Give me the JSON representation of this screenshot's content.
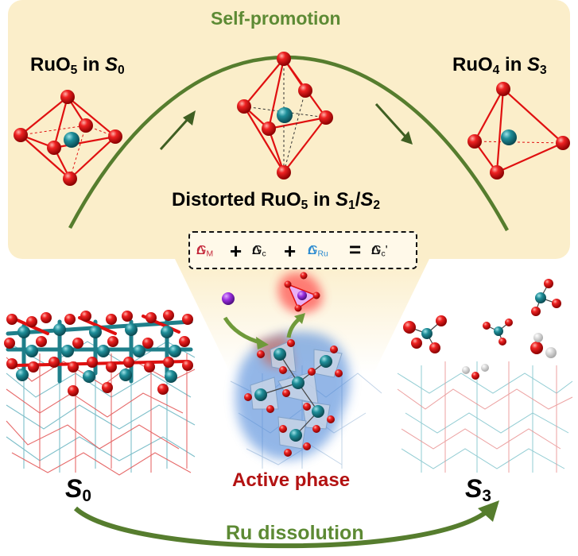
{
  "labels": {
    "self_promotion": "Self-promotion",
    "ruo5_s0_prefix": "RuO",
    "ruo5_s0_sub": "5",
    "ruo5_s0_mid": " in ",
    "ruo5_s0_state": "S",
    "ruo5_s0_state_sub": "0",
    "ruo4_s3_prefix": "RuO",
    "ruo4_s3_sub": "4",
    "ruo4_s3_mid": " in ",
    "ruo4_s3_state": "S",
    "ruo4_s3_state_sub": "3",
    "distorted_prefix": "Distorted RuO",
    "distorted_sub": "5",
    "distorted_mid": " in ",
    "distorted_s1": "S",
    "distorted_s1_sub": "1",
    "distorted_slash": "/",
    "distorted_s2": "S",
    "distorted_s2_sub": "2",
    "active_phase": "Active phase",
    "s0_bottom": "S",
    "s0_bottom_sub": "0",
    "s3_bottom": "S",
    "s3_bottom_sub": "3",
    "ru_dissolution": "Ru dissolution"
  },
  "equation": {
    "term1_delta": "Δ",
    "term1_g": "G",
    "term1_sub": "M",
    "plus1": "+",
    "term2_delta": "Δ",
    "term2_g": "G",
    "term2_sub": "c",
    "plus2": "+",
    "term3_delta": "Δ",
    "term3_g": "G",
    "term3_sub": "Ru",
    "equals": "=",
    "term4_delta": "Δ",
    "term4_g": "G",
    "term4_sub": "c",
    "term4_prime": "'"
  },
  "colors": {
    "panel": "#fbeeca",
    "curve_green": "#567d2e",
    "green_text": "#5d8a34",
    "red_bond": "#e01010",
    "oxygen": "#e11b1b",
    "ruthenium": "#1f7f8a",
    "active_red": "#b31212",
    "delta_m": "#c4273a",
    "delta_ru": "#2a8ad0",
    "purple_ion": "#8a2ed0"
  }
}
